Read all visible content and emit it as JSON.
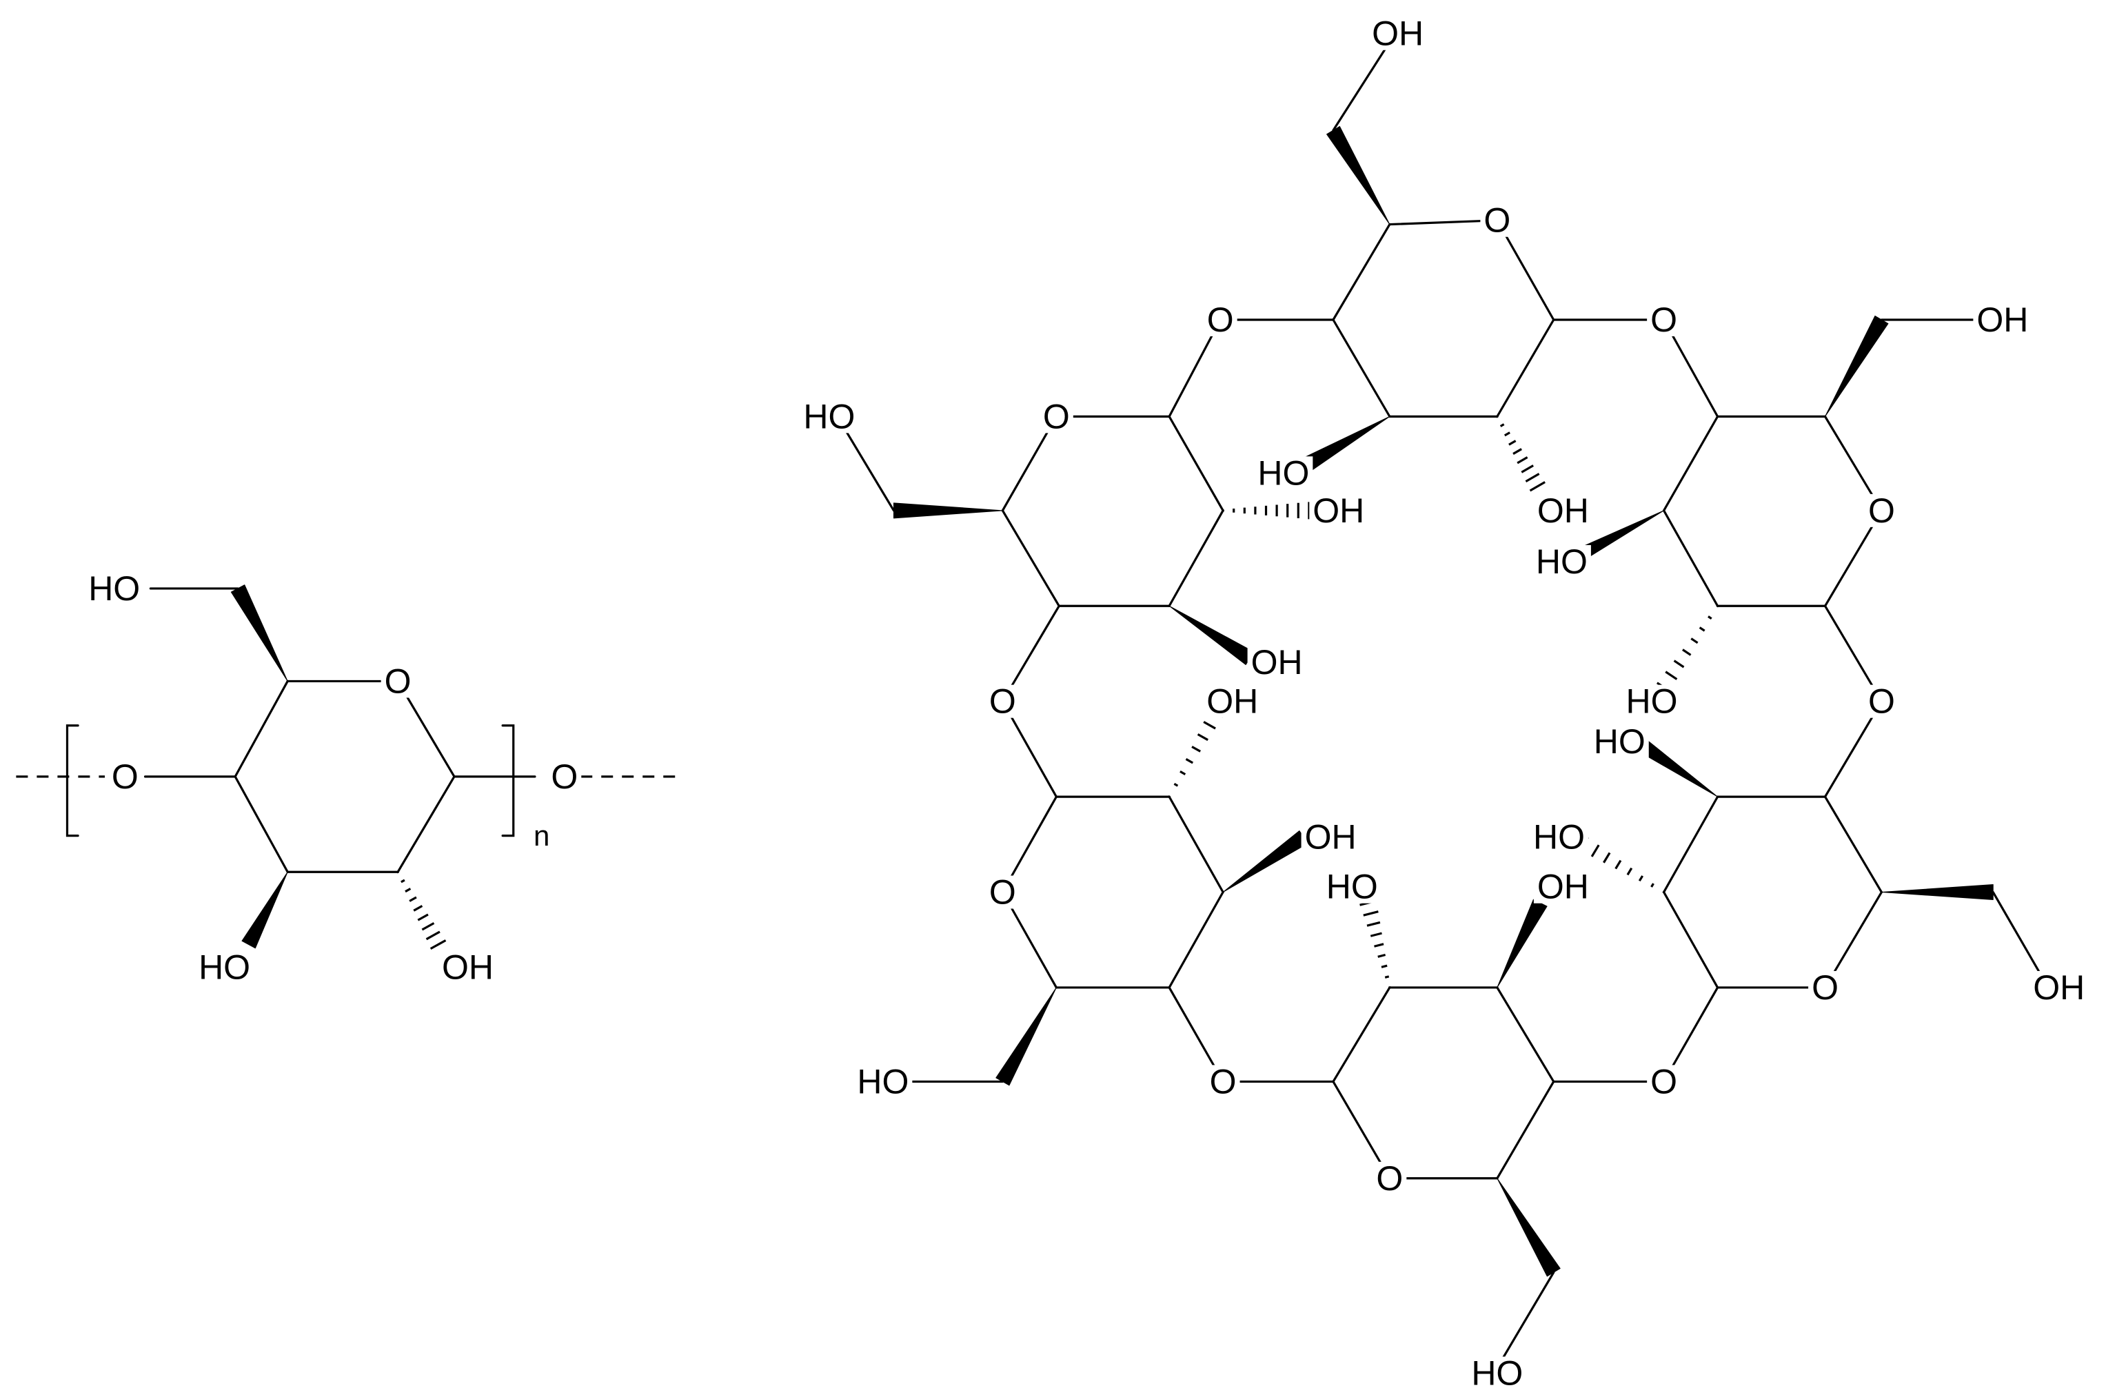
{
  "figure": {
    "background": "#ffffff",
    "ink": "#000000"
  },
  "labels": {
    "oxygen": "O",
    "hydroxyl_right": "OH",
    "hydroxyl_left": "HO",
    "repeat_subscript": "n"
  },
  "monomer": {
    "ring_atoms": [
      "C1",
      "C2",
      "C3",
      "C4",
      "C5",
      "O5"
    ],
    "substituents": [
      {
        "label": "HO",
        "attached_to": "C6"
      },
      {
        "label": "O",
        "attached_to": "C4",
        "role": "glycosidic-link-left"
      },
      {
        "label": "O",
        "attached_to": "C1",
        "role": "glycosidic-link-right"
      },
      {
        "label": "HO",
        "attached_to": "C3",
        "stereo": "wedge"
      },
      {
        "label": "OH",
        "attached_to": "C2",
        "stereo": "hash"
      }
    ],
    "repeat_subscript": "n"
  },
  "macrocycle": {
    "units": 6,
    "labels_per_unit": [
      "O (ring)",
      "O (bridge)",
      "OH (CH2OH)",
      "OH (C2)",
      "OH (C3)"
    ]
  }
}
